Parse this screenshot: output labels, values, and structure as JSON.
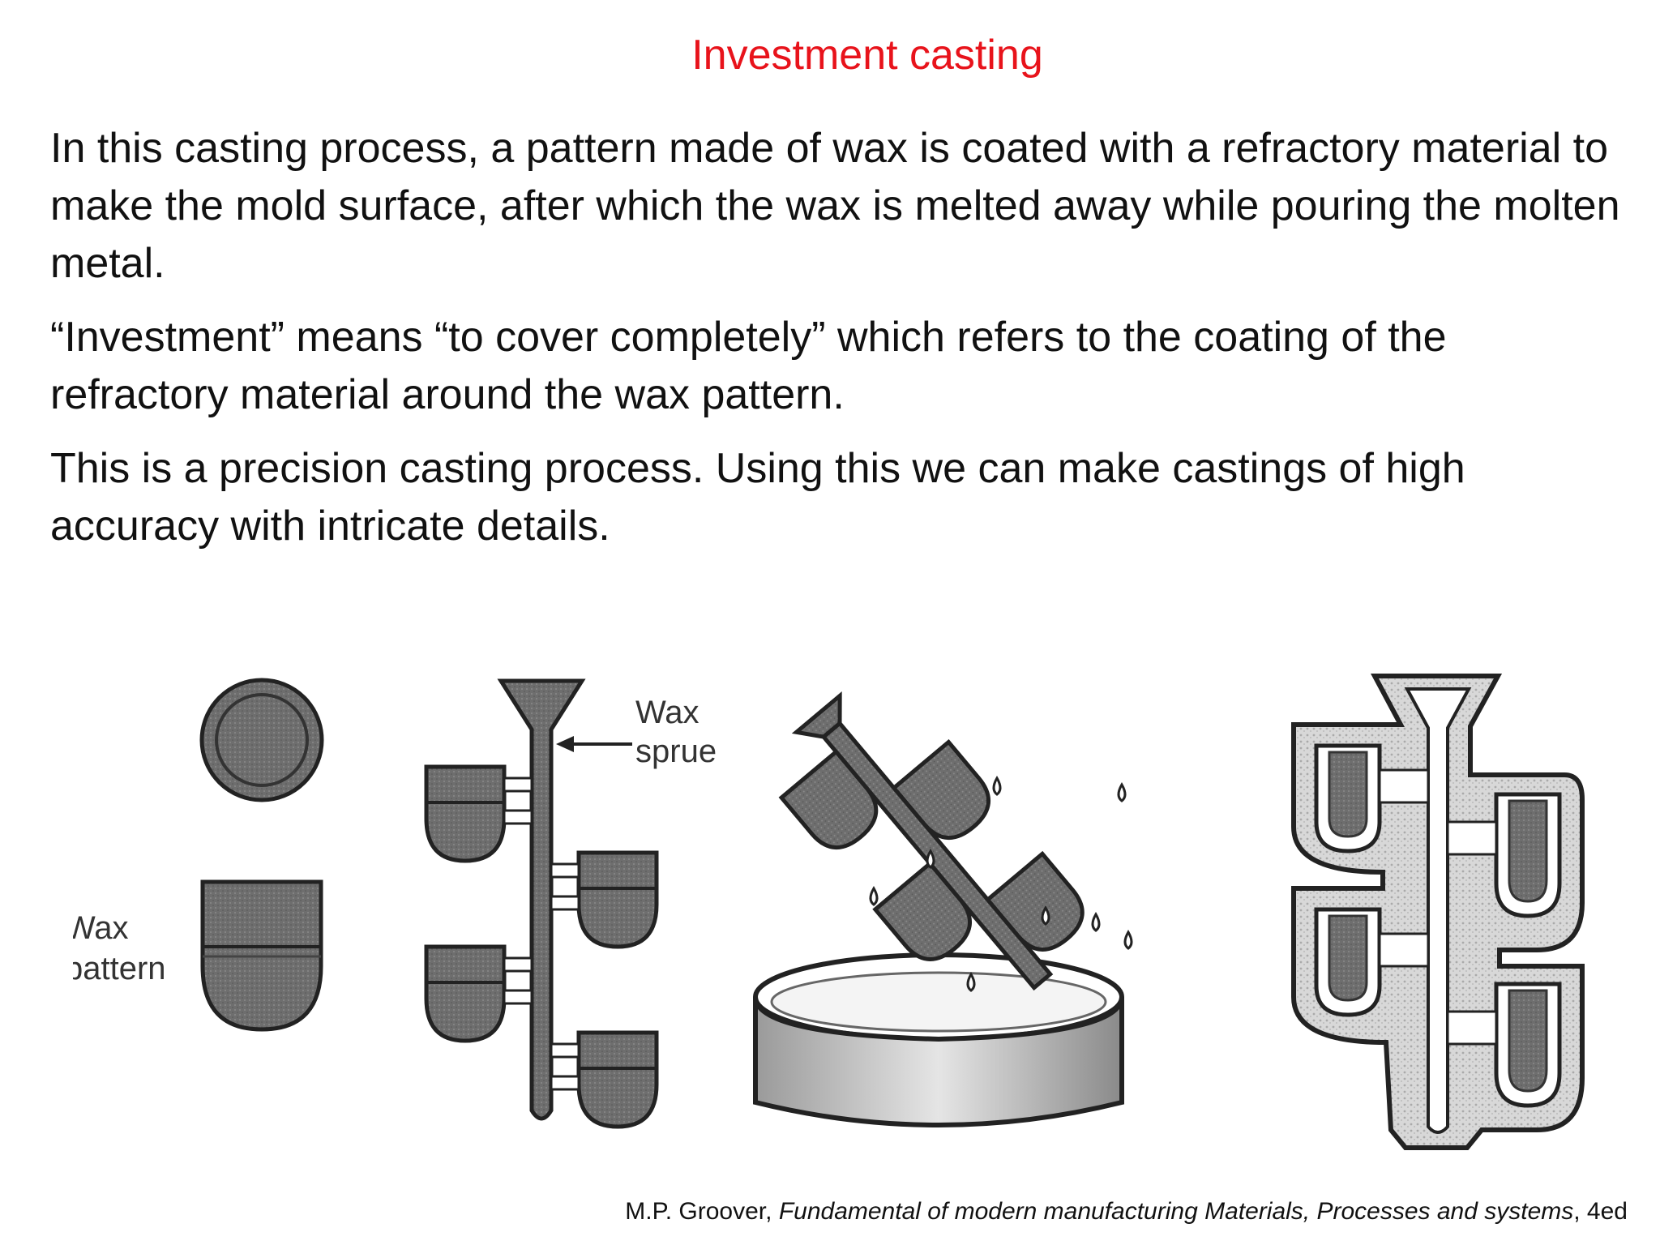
{
  "slide": {
    "title": "Investment casting",
    "paragraphs": [
      "In this casting process, a pattern made of wax is coated with a refractory material to make the mold surface, after which the wax is melted away while pouring the molten metal.",
      "“Investment” means “to cover completely” which refers to the coating of the refractory material around the wax pattern.",
      "This is a precision casting process. Using this we can make castings of high accuracy with intricate details."
    ]
  },
  "figure": {
    "labels": {
      "wax": "Wax",
      "pattern": "pattern",
      "sprue_line1": "Wax",
      "sprue_line2": "sprue"
    },
    "stages": [
      "wax-pattern",
      "pattern-tree",
      "investment-dip",
      "invested-mold"
    ]
  },
  "citation": {
    "author": "M.P. Groover, ",
    "book_title": "Fundamental of modern manufacturing Materials, Processes and systems",
    "edition": ", 4ed"
  },
  "colors": {
    "title": "#e8131b",
    "text": "#111111",
    "wax_fill": "#6e6e6e",
    "outline": "#222222"
  }
}
